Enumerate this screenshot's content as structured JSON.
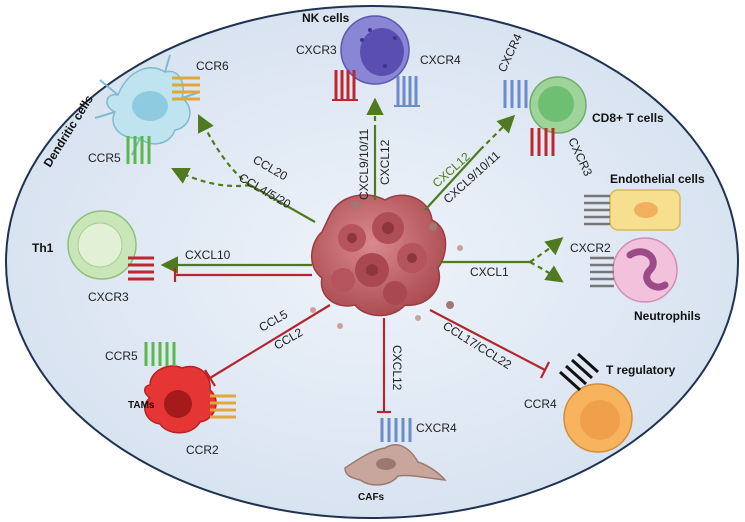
{
  "cells": {
    "nk": {
      "title": "NK cells",
      "r1": "CXCR3",
      "r2": "CXCR4"
    },
    "dendritic": {
      "title": "Dendritic cells",
      "r1": "CCR6",
      "r2": "CCR5"
    },
    "cd8": {
      "title": "CD8+ T cells",
      "r1": "CXCR4",
      "r2": "CXCR3"
    },
    "endothelial": {
      "title": "Endothelial cells"
    },
    "neutrophils": {
      "title": "Neutrophils",
      "r1": "CXCR2"
    },
    "th1": {
      "title": "Th1",
      "r1": "CXCR3"
    },
    "tams": {
      "title": "TAMs",
      "r1": "CCR5",
      "r2": "CCR2"
    },
    "cafs": {
      "title": "CAFs",
      "r1": "CXCR4"
    },
    "treg": {
      "title": "T regulatory",
      "r1": "CCR4"
    }
  },
  "chemokines": {
    "ccl20": "CCL20",
    "ccl4_5_20": "CCL4/5/20",
    "cxcl9_10_11_nk": "CXCL9/10/11",
    "cxcl12_nk": "CXCL12",
    "cxcl12_cd8": "CXCL12",
    "cxcl9_10_11_cd8": "CXCL9/10/11",
    "cxcl10": "CXCL10",
    "cxcl1": "CXCL1",
    "ccl5": "CCL5",
    "ccl2": "CCL2",
    "cxcl12_caf": "CXCL12",
    "ccl17_ccl22": "CCL17/CCL22"
  },
  "colors": {
    "background": "#dce6f2",
    "promote": "#4f7a1f",
    "inhibit": "#b3262d",
    "tumor": "#c0686d"
  }
}
